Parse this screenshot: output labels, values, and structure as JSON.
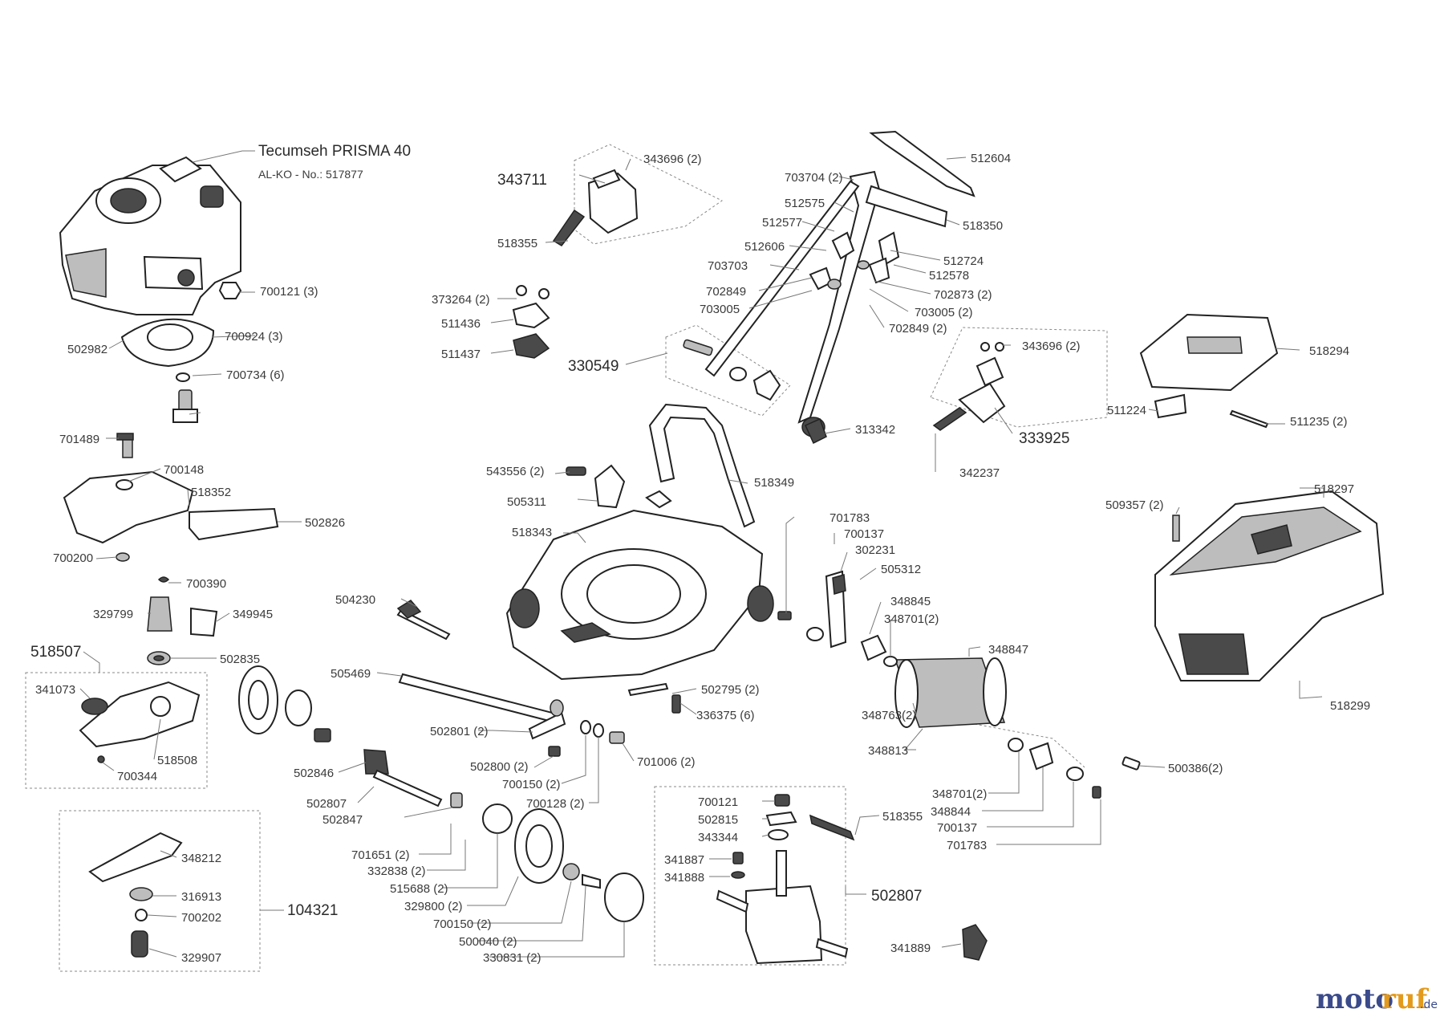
{
  "engine": {
    "title": "Tecumseh PRISMA  40",
    "subtitle": "AL-KO - No.: 517877"
  },
  "labels": {
    "p700121_3": "700121 (3)",
    "p700924_3": "700924 (3)",
    "p502982": "502982",
    "p700734_6": "700734 (6)",
    "p701489": "701489",
    "p700148": "700148",
    "p518352": "518352",
    "p502826": "502826",
    "p700200": "700200",
    "p700390": "700390",
    "p329799": "329799",
    "p349945": "349945",
    "p502835": "502835",
    "p518507": "518507",
    "p341073": "341073",
    "p518508": "518508",
    "p700344": "700344",
    "p348212": "348212",
    "p316913": "316913",
    "p700202": "700202",
    "p329907": "329907",
    "p104321": "104321",
    "p343711": "343711",
    "p343696_2a": "343696 (2)",
    "p518355a": "518355",
    "p373264_2": "373264 (2)",
    "p511436": "511436",
    "p511437": "511437",
    "p330549": "330549",
    "p703704_2": "703704 (2)",
    "p512575": "512575",
    "p512577": "512577",
    "p512606": "512606",
    "p703703": "703703",
    "p702849": "702849",
    "p703005": "703005",
    "p512604": "512604",
    "p518350": "518350",
    "p512724": "512724",
    "p512578": "512578",
    "p702873_2": "702873 (2)",
    "p703005_2": "703005 (2)",
    "p702849_2": "702849 (2)",
    "p313342": "313342",
    "p343696_2b": "343696 (2)",
    "p333925": "333925",
    "p342237": "342237",
    "p518294": "518294",
    "p511224": "511224",
    "p511235_2": "511235 (2)",
    "p543556_2": "543556 (2)",
    "p505311": "505311",
    "p518349": "518349",
    "p518343": "518343",
    "p701783a": "701783",
    "p700137a": "700137",
    "p302231": "302231",
    "p505312": "505312",
    "p348845": "348845",
    "p348701_2a": "348701(2)",
    "p348847": "348847",
    "p348763_2": "348763(2)",
    "p348813": "348813",
    "p509357_2": "509357 (2)",
    "p518297": "518297",
    "p518299": "518299",
    "p504230": "504230",
    "p505469": "505469",
    "p502795_2": "502795 (2)",
    "p336375_6": "336375 (6)",
    "p502801_2": "502801 (2)",
    "p502800_2": "502800 (2)",
    "p700150_2a": "700150 (2)",
    "p700128_2": "700128 (2)",
    "p701006_2": "701006 (2)",
    "p502846": "502846",
    "p502807a": "502807",
    "p502847": "502847",
    "p701651_2": "701651 (2)",
    "p332838_2": "332838 (2)",
    "p515688_2": "515688 (2)",
    "p329800_2": "329800 (2)",
    "p700150_2b": "700150 (2)",
    "p500040_2": "500040 (2)",
    "p330831_2": "330831 (2)",
    "p700121": "700121",
    "p502815": "502815",
    "p343344": "343344",
    "p341887": "341887",
    "p341888": "341888",
    "p518355b": "518355",
    "p502807b": "502807",
    "p348701_2b": "348701(2)",
    "p348844": "348844",
    "p700137b": "700137",
    "p701783b": "701783",
    "p500386_2": "500386(2)",
    "p341889": "341889"
  },
  "watermark": {
    "brand_a": "moto",
    "brand_b": "ruf",
    "tld": ".de"
  }
}
